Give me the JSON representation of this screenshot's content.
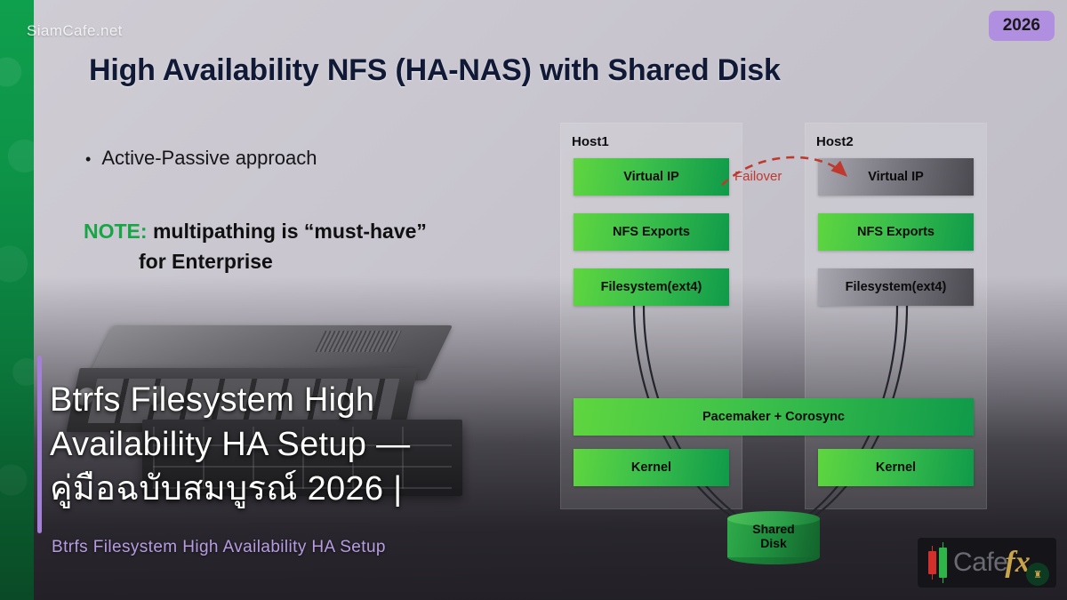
{
  "watermark": "SiamCafe.net",
  "year_badge": "2026",
  "slide": {
    "title": "High Availability NFS (HA-NAS) with Shared Disk",
    "bullet_dot": "•",
    "bullet_text": "Active-Passive approach",
    "note_keyword": "NOTE:",
    "note_line1": " multipathing is “must-have”",
    "note_line2": "for Enterprise"
  },
  "diagram": {
    "host1_label": "Host1",
    "host2_label": "Host2",
    "failover_label": "Failover",
    "nodes": {
      "vip1": "Virtual IP",
      "nfs1": "NFS Exports",
      "fs1": "Filesystem(ext4)",
      "vip2": "Virtual IP",
      "nfs2": "NFS Exports",
      "fs2": "Filesystem(ext4)",
      "pacemaker": "Pacemaker + Corosync",
      "kernel1": "Kernel",
      "kernel2": "Kernel"
    },
    "shared_disk_line1": "Shared",
    "shared_disk_line2": "Disk",
    "colors": {
      "active_green": "#3cc04b",
      "inactive_gray": "#79777f",
      "failover_red": "#c0392f",
      "disk_green": "#1e8c3d"
    }
  },
  "overlay": {
    "title_line1": "Btrfs Filesystem High",
    "title_line2": "Availability HA Setup —",
    "title_line3": "คู่มือฉบับสมบูรณ์ 2026 |",
    "subtitle": "Btrfs Filesystem High Availability HA Setup"
  },
  "logo": {
    "name": "Cafe",
    "suffix": "fx",
    "badge": "♜"
  },
  "theme": {
    "rail_green": "#0d9448",
    "accent_purple": "#a480d8",
    "badge_purple": "#b18fe0",
    "title_navy": "#101a36",
    "note_green": "#17a646",
    "subtitle_purple": "#b79ce2"
  }
}
